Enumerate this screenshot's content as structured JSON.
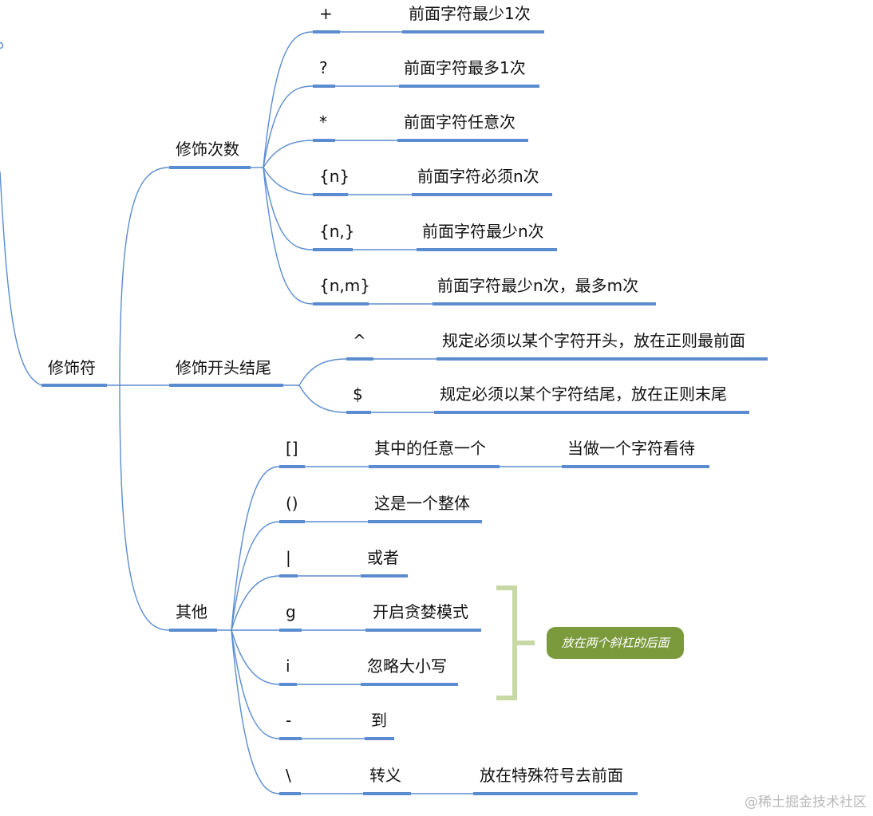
{
  "root": {
    "label": "修饰符"
  },
  "branches": [
    {
      "key": "count",
      "label": "修饰次数",
      "items": [
        {
          "symbol": "+",
          "desc": "前面字符最少1次"
        },
        {
          "symbol": "?",
          "desc": "前面字符最多1次"
        },
        {
          "symbol": "*",
          "desc": "前面字符任意次"
        },
        {
          "symbol": "{n}",
          "desc": "前面字符必须n次"
        },
        {
          "symbol": "{n,}",
          "desc": "前面字符最少n次"
        },
        {
          "symbol": "{n,m}",
          "desc": "前面字符最少n次，最多m次"
        }
      ]
    },
    {
      "key": "anchor",
      "label": "修饰开头结尾",
      "items": [
        {
          "symbol": "^",
          "desc": "规定必须以某个字符开头，放在正则最前面"
        },
        {
          "symbol": "$",
          "desc": "规定必须以某个字符结尾，放在正则末尾"
        }
      ]
    },
    {
      "key": "other",
      "label": "其他",
      "items": [
        {
          "symbol": "[]",
          "desc": "其中的任意一个",
          "extra": "当做一个字符看待"
        },
        {
          "symbol": "()",
          "desc": "这是一个整体"
        },
        {
          "symbol": "|",
          "desc": "或者"
        },
        {
          "symbol": "g",
          "desc": "开启贪婪模式"
        },
        {
          "symbol": "i",
          "desc": "忽略大小写"
        },
        {
          "symbol": "-",
          "desc": "到"
        },
        {
          "symbol": "\\",
          "desc": "转义",
          "extra": "放在特殊符号去前面"
        }
      ]
    }
  ],
  "note": {
    "text": "放在两个斜杠的后面",
    "color": "#7a9a3c"
  },
  "watermark": "@稀土掘金技术社区",
  "colors": {
    "line": "#5b8ccf",
    "bracket": "#c8d9a6",
    "text": "#111111"
  }
}
